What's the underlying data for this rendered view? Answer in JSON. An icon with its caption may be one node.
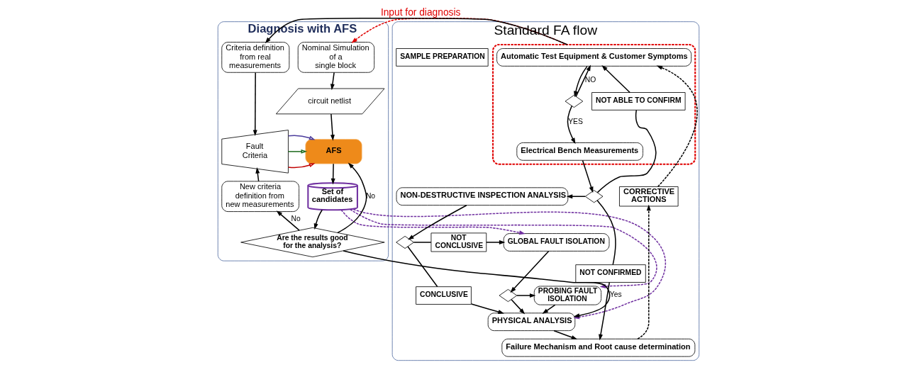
{
  "diagram": {
    "nodes": [
      {
        "text": [
          "Standard FA flow"
        ]
      },
      {
        "text": [
          "Automatic Test Equipment & Customer Symptoms"
        ],
        "in": 18
      },
      {
        "text": [],
        "shape": "diamond",
        "in": 18
      },
      {
        "text": [
          "Electrical Bench Measurements"
        ],
        "in": 18
      },
      {
        "text": [
          "NOT ABLE TO CONFIRM"
        ],
        "in": 18
      },
      {
        "text": [],
        "shape": "diamond",
        "in": 0
      },
      {
        "text": [
          "NON-DESTRUCTIVE INSPECTION ANALYSIS"
        ],
        "in": 0
      },
      {
        "text": [],
        "shape": "diamond",
        "in": 0
      },
      {
        "text": [
          "NOT CONCLUSIVE"
        ],
        "in": 0
      },
      {
        "text": [
          "GLOBAL FAULT ISOLATION"
        ],
        "in": 0
      },
      {
        "text": [
          "CONCLUSIVE"
        ],
        "in": 0
      },
      {
        "text": [],
        "shape": "diamond",
        "in": 0
      },
      {
        "text": [
          "PROBING FAULT ISOLATION"
        ],
        "in": 0
      },
      {
        "text": [
          "NOT CONFIRMED"
        ],
        "in": 0
      },
      {
        "text": [
          "PHYSICAL ANALYSIS"
        ],
        "in": 0
      },
      {
        "text": [
          "Failure Mechanism and Root cause determination"
        ],
        "in": 0
      },
      {
        "text": [
          "SAMPLE PREPARATION"
        ],
        "in": 0
      },
      {
        "text": [
          "CORRECTIVE ACTIONS"
        ],
        "in": 0
      },
      {
        "text": [],
        "shape": "box",
        "in": 0
      },
      {
        "text": [
          "Diagnosis with AFS"
        ]
      },
      {
        "text": [
          "Nominal Simulation of a single block"
        ],
        "in": 19
      },
      {
        "text": [
          "Criteria definition from real measurements"
        ],
        "in": 19
      },
      {
        "text": [
          "circuit netlist"
        ],
        "in": 19
      },
      {
        "text": [
          "Fault Criteria"
        ],
        "in": 19
      },
      {
        "text": [
          "AFS"
        ],
        "in": 19
      },
      {
        "text": [
          "Set of candidates"
        ],
        "in": 19
      },
      {
        "text": [
          "New criteria definition from new measurements"
        ],
        "in": 19
      },
      {
        "text": [
          "Are the results good for the analysis?"
        ],
        "in": 19
      }
    ],
    "edges": [
      {
        "from": 1,
        "to": 2,
        "arrow": "to"
      },
      {
        "from": 2,
        "to": 3,
        "arrow": "to",
        "label": "YES"
      },
      {
        "from": 2,
        "to": 1,
        "arrow": "to",
        "label": "NO"
      },
      {
        "from": 3,
        "to": 5,
        "arrow": "to"
      },
      {
        "from": 5,
        "to": 4,
        "arrow": "none"
      },
      {
        "from": 4,
        "to": 1,
        "arrow": "to"
      },
      {
        "from": 5,
        "to": 6,
        "arrow": "to"
      },
      {
        "from": 5,
        "to": 13,
        "arrow": "none"
      },
      {
        "from": 13,
        "to": 15,
        "arrow": "to"
      },
      {
        "from": 6,
        "to": 7,
        "arrow": "to"
      },
      {
        "from": 7,
        "to": 8,
        "arrow": "none"
      },
      {
        "from": 8,
        "to": 9,
        "arrow": "to"
      },
      {
        "from": 7,
        "to": 10,
        "arrow": "none"
      },
      {
        "from": 10,
        "to": 14,
        "arrow": "to"
      },
      {
        "from": 9,
        "to": 11,
        "arrow": "to"
      },
      {
        "from": 11,
        "to": 12,
        "arrow": "to"
      },
      {
        "from": 11,
        "to": 14,
        "arrow": "to"
      },
      {
        "from": 12,
        "to": 14,
        "arrow": "to"
      },
      {
        "from": 14,
        "to": 15,
        "arrow": "to"
      },
      {
        "from": 15,
        "to": 17,
        "arrow": "to",
        "style": "dashed"
      },
      {
        "from": 17,
        "to": 1,
        "arrow": "to",
        "style": "dashed"
      },
      {
        "from": 18,
        "to": 20,
        "arrow": "to",
        "label": "Input for diagnosis",
        "style": "dashed",
        "color": "#e00000"
      },
      {
        "from": 18,
        "to": 21,
        "arrow": "to"
      },
      {
        "from": 20,
        "to": 22,
        "arrow": "to"
      },
      {
        "from": 21,
        "to": 23,
        "arrow": "to"
      },
      {
        "from": 22,
        "to": 24,
        "arrow": "to"
      },
      {
        "from": 23,
        "to": 24,
        "arrow": "to",
        "color": "#c00000"
      },
      {
        "from": 23,
        "to": 24,
        "arrow": "to",
        "color": "#1e6b1e"
      },
      {
        "from": 23,
        "to": 24,
        "arrow": "to",
        "color": "#4b3c9c"
      },
      {
        "from": 24,
        "to": 25,
        "arrow": "to"
      },
      {
        "from": 25,
        "to": 27,
        "arrow": "to"
      },
      {
        "from": 27,
        "to": 26,
        "arrow": "to",
        "label": "No"
      },
      {
        "from": 27,
        "to": 24,
        "arrow": "to",
        "label": "No"
      },
      {
        "from": 26,
        "to": 23,
        "arrow": "to"
      },
      {
        "from": 27,
        "to": 14,
        "arrow": "to",
        "label": "Yes"
      },
      {
        "from": 25,
        "to": 9,
        "arrow": "to",
        "style": "dashed",
        "color": "#7030a0"
      },
      {
        "from": 25,
        "to": 12,
        "arrow": "to",
        "style": "dashed",
        "color": "#7030a0"
      },
      {
        "from": 25,
        "to": 14,
        "arrow": "to",
        "style": "dashed",
        "color": "#7030a0"
      }
    ]
  }
}
